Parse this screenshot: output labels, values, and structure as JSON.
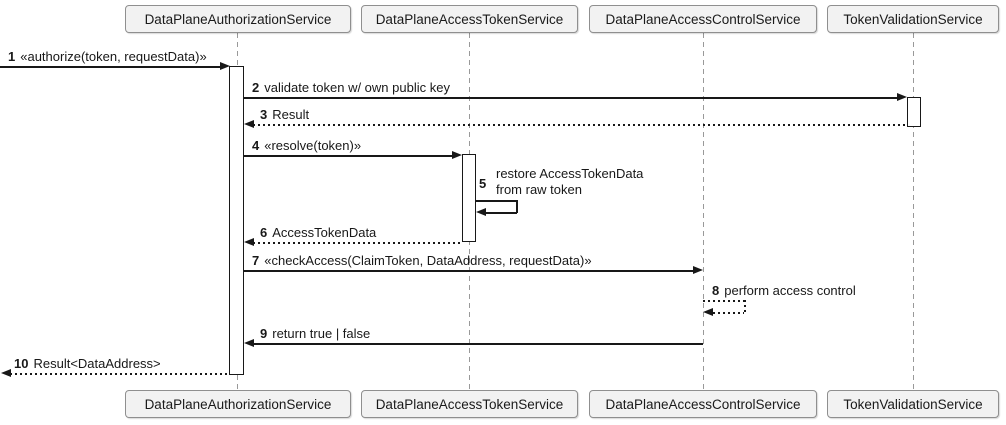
{
  "diagram": {
    "type": "uml-sequence",
    "colors": {
      "background": "#ffffff",
      "participant_fill": "#f2f2f2",
      "participant_border": "#8f8f8f",
      "message_line": "#181818",
      "lifeline": "#999999",
      "text": "#1a1a1a"
    }
  },
  "participants": [
    {
      "label": "DataPlaneAuthorizationService"
    },
    {
      "label": "DataPlaneAccessTokenService"
    },
    {
      "label": "DataPlaneAccessControlService"
    },
    {
      "label": "TokenValidationService"
    }
  ],
  "messages": [
    {
      "num": "1",
      "text": "«authorize(token, requestData)»",
      "from": "external",
      "to": "DataPlaneAuthorizationService",
      "line": "solid",
      "self": false
    },
    {
      "num": "2",
      "text": "validate token w/ own public key",
      "from": "DataPlaneAuthorizationService",
      "to": "TokenValidationService",
      "line": "solid",
      "self": false
    },
    {
      "num": "3",
      "text": "Result",
      "from": "TokenValidationService",
      "to": "DataPlaneAuthorizationService",
      "line": "dotted",
      "self": false
    },
    {
      "num": "4",
      "text": "«resolve(token)»",
      "from": "DataPlaneAuthorizationService",
      "to": "DataPlaneAccessTokenService",
      "line": "solid",
      "self": false
    },
    {
      "num": "5",
      "text": "restore AccessTokenData\nfrom raw token",
      "from": "DataPlaneAccessTokenService",
      "to": "DataPlaneAccessTokenService",
      "line": "solid",
      "self": true
    },
    {
      "num": "6",
      "text": "AccessTokenData",
      "from": "DataPlaneAccessTokenService",
      "to": "DataPlaneAuthorizationService",
      "line": "dotted",
      "self": false
    },
    {
      "num": "7",
      "text": "«checkAccess(ClaimToken, DataAddress, requestData)»",
      "from": "DataPlaneAuthorizationService",
      "to": "DataPlaneAccessControlService",
      "line": "solid",
      "self": false
    },
    {
      "num": "8",
      "text": "perform access control",
      "from": "DataPlaneAccessControlService",
      "to": "DataPlaneAccessControlService",
      "line": "dotted",
      "self": true
    },
    {
      "num": "9",
      "text": "return true | false",
      "from": "DataPlaneAccessControlService",
      "to": "DataPlaneAuthorizationService",
      "line": "solid",
      "self": false
    },
    {
      "num": "10",
      "text": "Result<DataAddress>",
      "from": "DataPlaneAuthorizationService",
      "to": "external",
      "line": "dotted",
      "self": false
    }
  ]
}
